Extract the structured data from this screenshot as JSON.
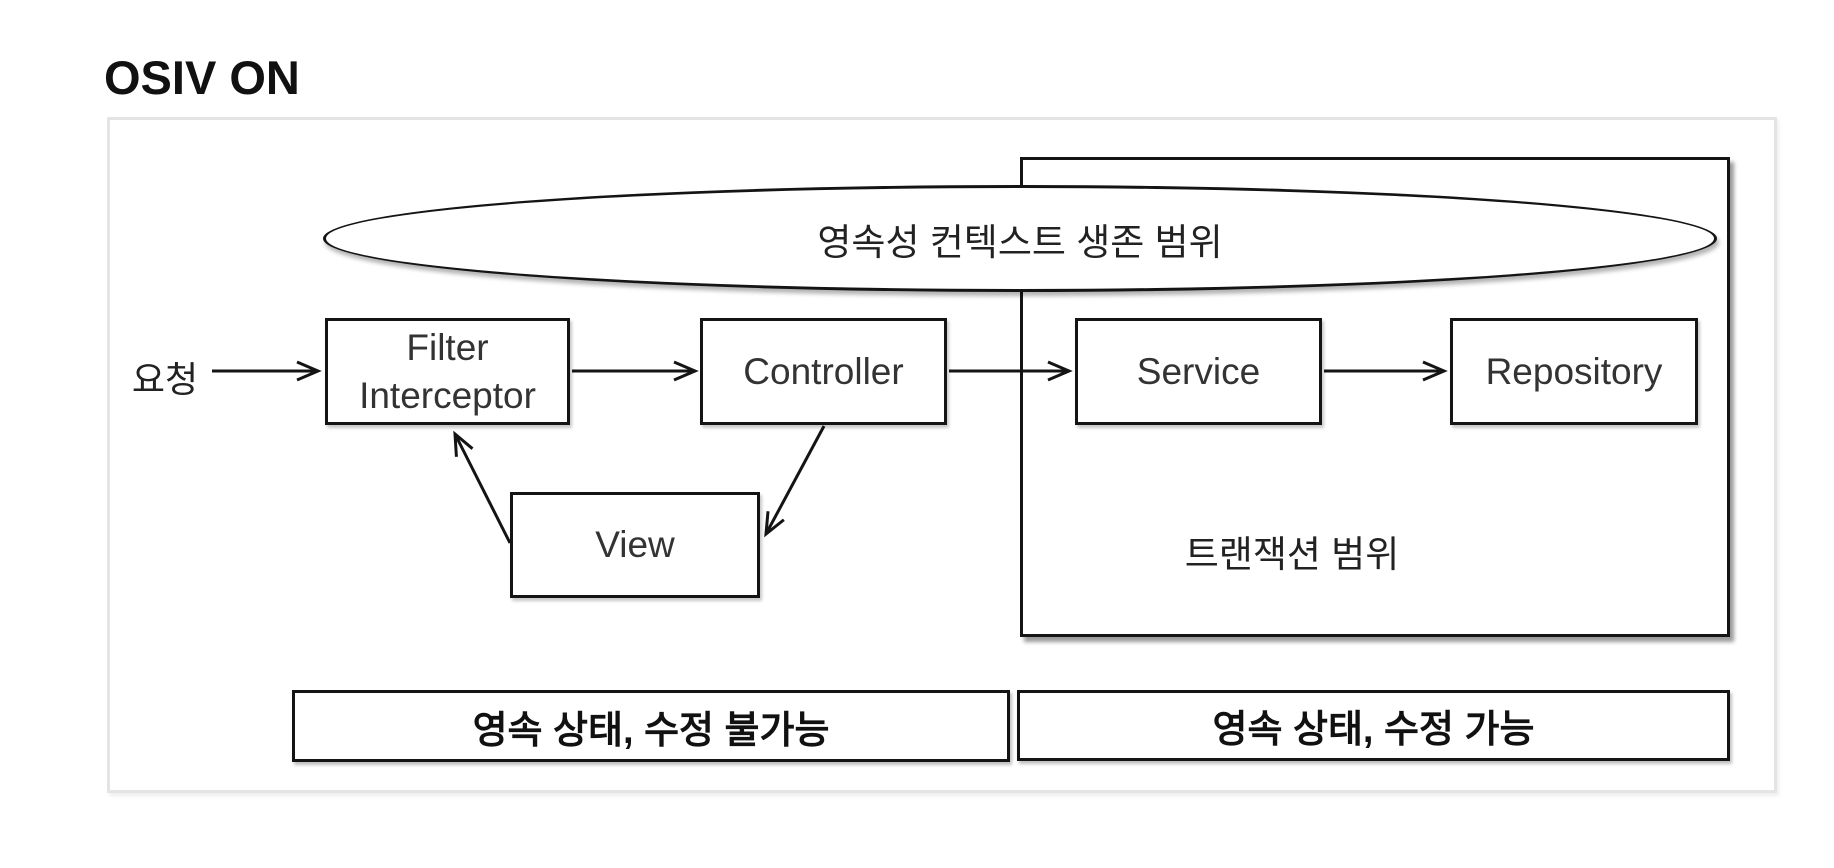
{
  "page": {
    "title": "OSIV ON"
  },
  "diagram": {
    "request_label": "요청",
    "persistence_scope_label": "영속성 컨텍스트 생존 범위",
    "transaction_scope_label": "트랜잭션 범위",
    "nodes": {
      "filter_line1": "Filter",
      "filter_line2": "Interceptor",
      "controller": "Controller",
      "service": "Service",
      "repository": "Repository",
      "view": "View"
    },
    "status": {
      "left": "영속 상태, 수정 불가능",
      "right": "영속 상태, 수정 가능"
    }
  },
  "colors": {
    "stroke": "#141414",
    "outer_panel_border": "#e4e4e4",
    "background": "#ffffff",
    "text": "#1a1a1a"
  }
}
